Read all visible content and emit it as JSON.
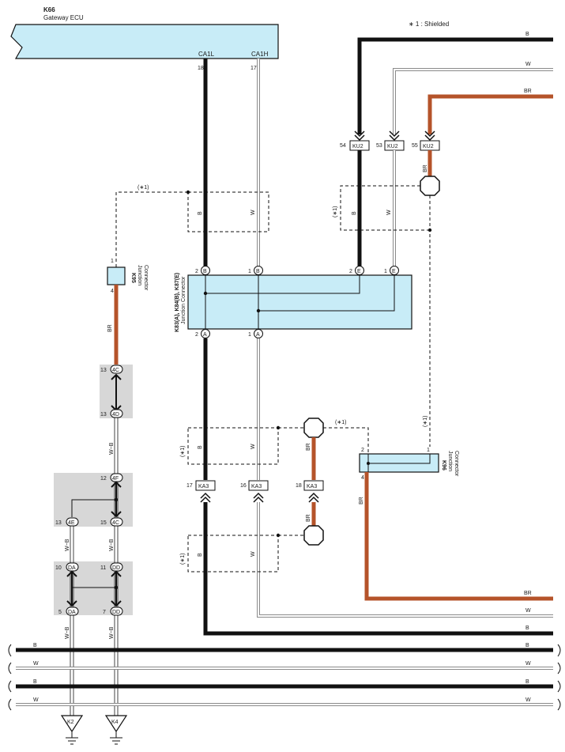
{
  "note": "∗ 1 : Shielded",
  "shield_tag": "(∗1)",
  "colors": {
    "black_wire": "#111111",
    "brown_wire": "#b5532a",
    "white_wire_edge": "#8a8a8a",
    "ecu_fill": "#c8ecf7",
    "connector_shade": "#d7d7d7"
  },
  "ecu": {
    "code": "K66",
    "name": "Gateway ECU",
    "pin_ca1l": "CA1L",
    "pin_ca1h": "CA1H",
    "pin_18": "18",
    "pin_17": "17"
  },
  "jc_main": {
    "code": "K83(A), K84(B), K87(E)",
    "name": "Junction Connector",
    "top": [
      {
        "pin": "2",
        "letter": "B"
      },
      {
        "pin": "1",
        "letter": "B"
      },
      {
        "pin": "2",
        "letter": "E"
      },
      {
        "pin": "1",
        "letter": "E"
      }
    ],
    "bottom": [
      {
        "pin": "2",
        "letter": "A"
      },
      {
        "pin": "1",
        "letter": "A"
      }
    ]
  },
  "k95": {
    "code": "K95",
    "name1": "Junction",
    "name2": "Connector",
    "pin1": "1",
    "pin4": "4"
  },
  "k96": {
    "code": "K96",
    "name1": "Junction",
    "name2": "Connector",
    "pin2": "2",
    "pin1": "1",
    "pin4": "4"
  },
  "ku2": [
    {
      "pin": "54",
      "label": "KU2"
    },
    {
      "pin": "53",
      "label": "KU2"
    },
    {
      "pin": "55",
      "label": "KU2"
    }
  ],
  "ka3": [
    {
      "pin": "17",
      "label": "KA3"
    },
    {
      "pin": "16",
      "label": "KA3"
    },
    {
      "pin": "18",
      "label": "KA3"
    }
  ],
  "left_connectors": [
    {
      "pin": "13",
      "label": "4C"
    },
    {
      "pin": "13",
      "label": "4D"
    },
    {
      "pin": "12",
      "label": "4F"
    },
    {
      "pin": "13",
      "label": "4E"
    },
    {
      "pin": "15",
      "label": "4C"
    },
    {
      "pin": "10",
      "label": "DA"
    },
    {
      "pin": "11",
      "label": "DD"
    },
    {
      "pin": "5",
      "label": "DA"
    },
    {
      "pin": "7",
      "label": "DD"
    }
  ],
  "wire_colors": {
    "b": "B",
    "w": "W",
    "br": "BR",
    "wb": "W−B"
  },
  "grounds": [
    "K2",
    "K4"
  ]
}
